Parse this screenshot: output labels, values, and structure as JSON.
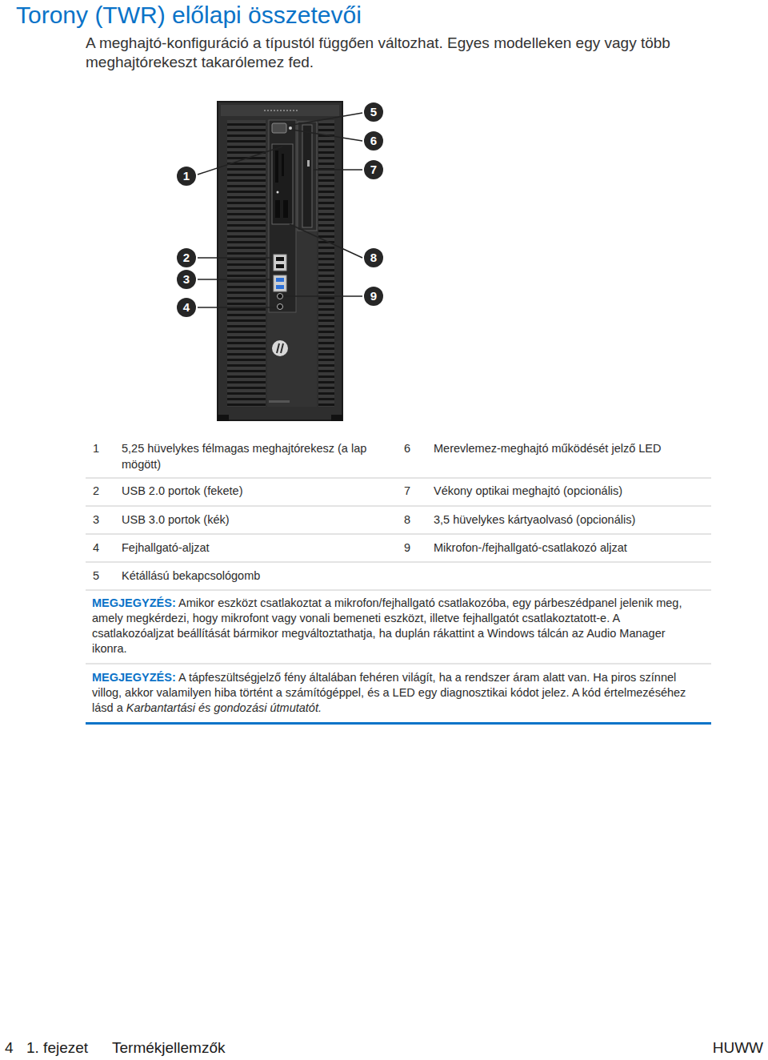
{
  "diagram": {
    "title": "Torony (TWR) előlapi összetevői",
    "labels": [
      "1",
      "2",
      "3",
      "4",
      "5",
      "6",
      "7",
      "8",
      "9",
      "A meghajtó-konfiguráció a típustól függően változhat. Egyes modelleken egy vagy több meghajtórekeszt takarólemez fed.",
      "1",
      "5,25 hüvelykes félmagas meghajtórekesz (a lap mögött)",
      "6",
      "Merevlemez-meghajtó működését jelző LED",
      "2",
      "USB 2.0 portok (fekete)",
      "7",
      "Vékony optikai meghajtó (opcionális)",
      "3",
      "USB 3.0 portok (kék)",
      "8",
      "3,5 hüvelykes kártyaolvasó (opcionális)",
      "4",
      "Fejhallgató-aljzat",
      "9",
      "Mikrofon-/fejhallgató-csatlakozó aljzat",
      "5",
      "Kétállású bekapcsológomb",
      "MEGJEGYZÉS:",
      "Amikor eszközt csatlakoztat a mikrofon/fejhallgató csatlakozóba, egy párbeszédpanel jelenik meg, amely megkérdezi, hogy mikrofont vagy vonali bemeneti eszközt, illetve fejhallgatót csatlakoztatott-e. A csatlakozóaljzat beállítását bármikor megváltoztathatja, ha duplán rákattint a Windows tálcán az Audio Manager ikonra.",
      "MEGJEGYZÉS:",
      "A tápfeszültségjelző fény általában fehéren világít, ha a rendszer áram alatt van. Ha piros színnel villog, akkor valamilyen hiba történt a számítógéppel, és a LED egy diagnosztikai kódot jelez. A kód értelmezéséhez lásd a",
      "Karbantartási és gondozási útmutatót.",
      "4",
      "1. fejezet",
      "Termékjellemzők",
      "HUWW"
    ]
  }
}
